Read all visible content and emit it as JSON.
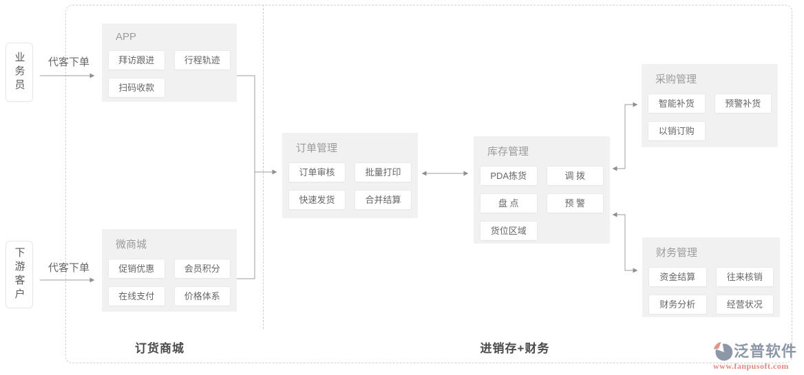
{
  "actors": {
    "sales": {
      "label": "业务员",
      "arrow_label": "代客下单"
    },
    "customer": {
      "label": "下游客户",
      "arrow_label": "代客下单"
    }
  },
  "modules": {
    "app": {
      "title": "APP",
      "items": [
        "拜访跟进",
        "行程轨迹",
        "扫码收款"
      ]
    },
    "mall": {
      "title": "微商城",
      "items": [
        "促销优惠",
        "会员积分",
        "在线支付",
        "价格体系"
      ]
    },
    "order": {
      "title": "订单管理",
      "items": [
        "订单审核",
        "批量打印",
        "快速发货",
        "合并结算"
      ]
    },
    "inventory": {
      "title": "库存管理",
      "items": [
        "PDA拣货",
        "调 拨",
        "盘 点",
        "预 警",
        "货位区域"
      ]
    },
    "purchase": {
      "title": "采购管理",
      "items": [
        "智能补货",
        "预警补货",
        "以销订购"
      ]
    },
    "finance": {
      "title": "财务管理",
      "items": [
        "资金结算",
        "往来核销",
        "财务分析",
        "经营状况"
      ]
    }
  },
  "sections": {
    "left": "订货商城",
    "right": "进销存+财务"
  },
  "logo": {
    "name": "泛普软件",
    "url": "www.fanpusoft.com"
  },
  "colors": {
    "panel_bg": "#f1f1f2",
    "chip_border": "#e9e9e9",
    "chip_text": "#666666",
    "title_text": "#9b9b9b",
    "line": "#9b9b9b",
    "dashed_border": "#cfcfcf",
    "section_text": "#4a4a4a",
    "logo_blue": "#8d97a8",
    "logo_salmon": "#e0897d"
  }
}
